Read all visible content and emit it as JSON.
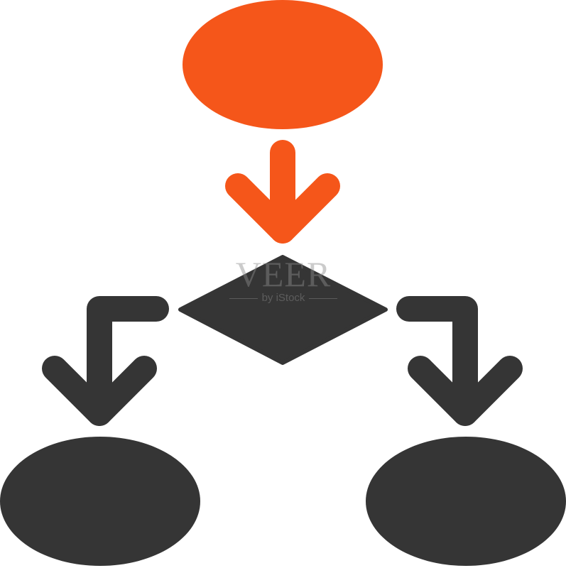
{
  "diagram": {
    "type": "flowchart-icon",
    "colors": {
      "accent": "#F5561A",
      "primary": "#353535",
      "background": "#FFFFFF"
    },
    "nodes": [
      {
        "id": "start",
        "shape": "ellipse",
        "color": "accent"
      },
      {
        "id": "decision",
        "shape": "diamond",
        "color": "primary"
      },
      {
        "id": "left-outcome",
        "shape": "ellipse",
        "color": "primary"
      },
      {
        "id": "right-outcome",
        "shape": "ellipse",
        "color": "primary"
      }
    ],
    "edges": [
      {
        "from": "start",
        "to": "decision",
        "color": "accent"
      },
      {
        "from": "decision",
        "to": "left-outcome",
        "color": "primary"
      },
      {
        "from": "decision",
        "to": "right-outcome",
        "color": "primary"
      }
    ]
  },
  "watermark": {
    "main": "VEER",
    "sub": "by iStock"
  }
}
